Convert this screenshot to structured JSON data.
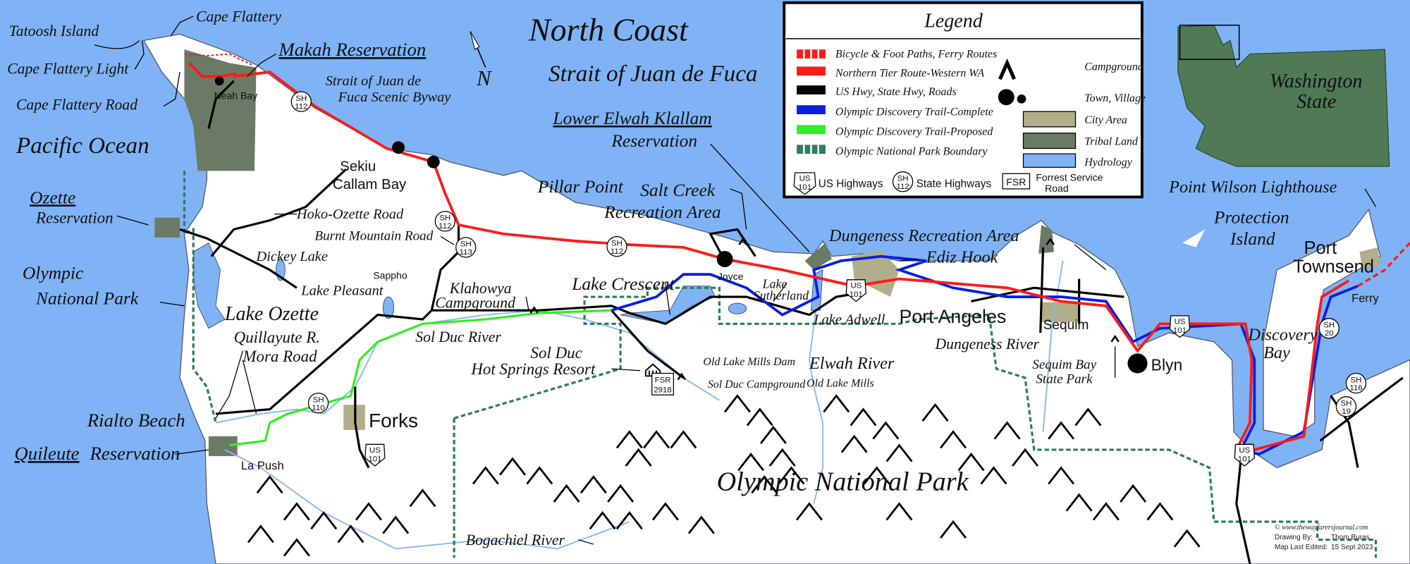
{
  "colors": {
    "ocean": "#7fb3f5",
    "land": "#ffffff",
    "tribal": "#6b7a64",
    "city": "#b3ae8a",
    "northern_tier": "#ff1a1a",
    "discovery_complete": "#0a1fe0",
    "discovery_proposed": "#33ee22",
    "park_boundary": "#2e7d5b",
    "river": "#8ab8ee",
    "road": "#000000"
  },
  "title": {
    "main": "North Coast",
    "sub": "Strait of Juan de Fuca"
  },
  "labels": {
    "tatoosh": "Tatoosh Island",
    "cape_flattery": "Cape Flattery",
    "cape_flattery_light": "Cape Flattery Light",
    "cape_flattery_road": "Cape Flattery Road",
    "makah": "Makah Reservation",
    "neah_bay": "Neah Bay",
    "byway_1": "Strait of Juan de",
    "byway_2": "Fuca Scenic Byway",
    "pacific": "Pacific Ocean",
    "ozette_1": "Ozette",
    "ozette_2": "Reservation",
    "onp_left_1": "Olympic",
    "onp_left_2": "National Park",
    "lake_ozette": "Lake Ozette",
    "dickey": "Dickey Lake",
    "pleasant": "Lake Pleasant",
    "hoko": "Hoko-Ozette Road",
    "burnt": "Burnt Mountain Road",
    "sekiu": "Sekiu",
    "callam": "Callam Bay",
    "pillar": "Pillar Point",
    "salt_1": "Salt Creek",
    "salt_2": "Recreation Area",
    "elwha_res_1": "Lower Elwah Klallam",
    "elwha_res_2": "Reservation",
    "sappho": "Sappho",
    "klahowya_1": "Klahowya",
    "klahowya_2": "Campground",
    "crescent": "Lake Crescent",
    "sutherland_1": "Lake",
    "sutherland_2": "Sutherland",
    "joyce": "Joyce",
    "adwell": "Lake Adwell",
    "port_angeles": "Port Angeles",
    "dungeness_rec": "Dungeness Recreation Area",
    "ediz": "Ediz Hook",
    "sequim": "Sequim",
    "dungeness_river": "Dungeness River",
    "sequim_bay_1": "Sequim Bay",
    "sequim_bay_2": "State Park",
    "blyn": "Blyn",
    "point_wilson": "Point Wilson Lighthouse",
    "protection_1": "Protection",
    "protection_2": "Island",
    "townsend_1": "Port",
    "townsend_2": "Townsend",
    "discovery_bay_1": "Discovery",
    "discovery_bay_2": "Bay",
    "ferry": "Ferry",
    "sol_duc_river": "Sol Duc River",
    "sol_duc_resort_1": "Sol Duc",
    "sol_duc_resort_2": "Hot Springs Resort",
    "old_dam": "Old Lake Mills Dam",
    "sol_duc_camp": "Sol Duc Campground",
    "elwah_river": "Elwah River",
    "old_mills": "Old Lake Mills",
    "quillayute": "Quillayute R.",
    "mora": "Mora Road",
    "rialto": "Rialto Beach",
    "quileute": "Quileute",
    "quileute_res": "Reservation",
    "la_push": "La Push",
    "forks": "Forks",
    "onp_main": "Olympic National Park",
    "bogachiel": "Bogachiel River",
    "wa_1": "Washington",
    "wa_2": "State",
    "north": "N"
  },
  "shields": {
    "us": "US",
    "sh": "SH",
    "n101": "101",
    "n112": "112",
    "n113": "113",
    "n110": "110",
    "n20": "20",
    "n116": "116",
    "n19": "19",
    "fsr": "FSR",
    "fsr_num": "2918"
  },
  "legend": {
    "title": "Legend",
    "items": [
      "Bicycle & Foot Paths, Ferry Routes",
      "Northern Tier Route-Western WA",
      "US Hwy, State Hwy, Roads",
      "Olympic Discovery Trail-Complete",
      "Olympic Discovery Trail-Proposed",
      "Olympic National Park Boundary"
    ],
    "symbols": [
      "Campground",
      "Town, Village",
      "City Area",
      "Tribal Land",
      "Hydrology"
    ],
    "us_highways": "US Highways",
    "state_highways": "State Highways",
    "fsr": "FSR",
    "fsr_label_1": "Forrest Service",
    "fsr_label_2": "Road"
  },
  "credits": {
    "website": "© www.thewayfarersjournal.com",
    "drawn_label": "Drawing By:",
    "drawn_value": "Thom Buras",
    "edited_label": "Map Last Edited:",
    "edited_value": "15 Sept 2023"
  }
}
